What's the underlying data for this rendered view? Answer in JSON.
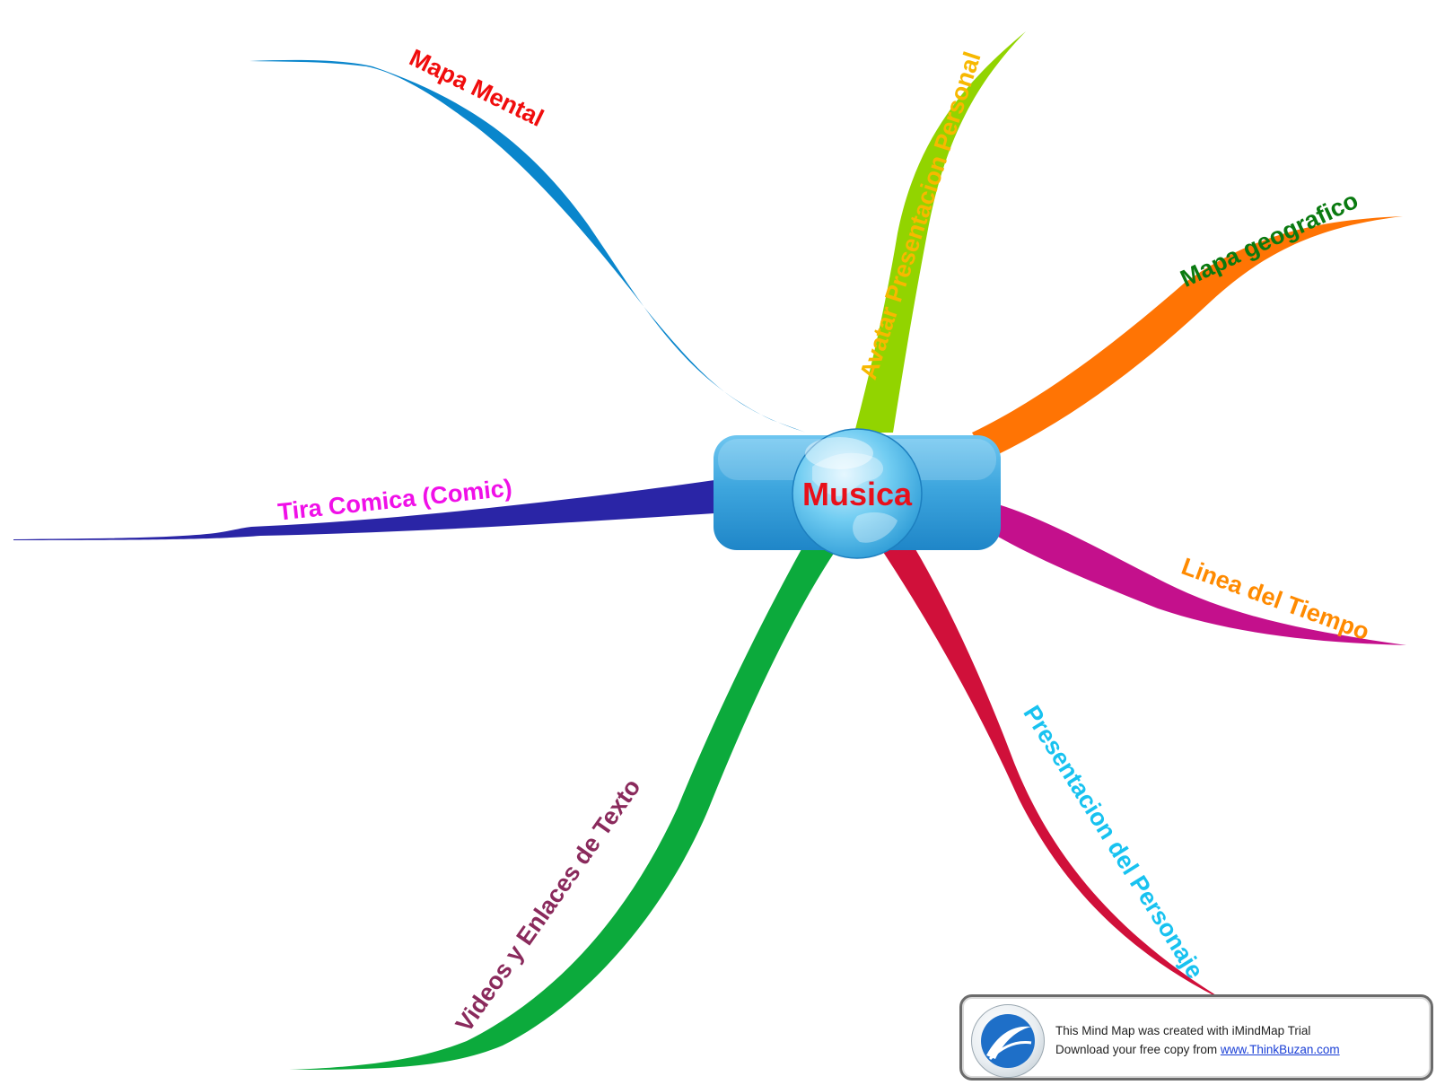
{
  "central_topic": {
    "label": "Musica",
    "text_color": "#e8101a",
    "box_color": "#2f9bd8",
    "globe_color": "#5fc2ea"
  },
  "branches": [
    {
      "id": "mapa-mental",
      "label": "Mapa Mental",
      "branch_color": "#0a86cc",
      "text_color": "#f00d0d"
    },
    {
      "id": "avatar",
      "label": "Avatar Presentacion Personal",
      "branch_color": "#92d400",
      "text_color": "#f7b800"
    },
    {
      "id": "mapa-geografico",
      "label": "Mapa geografico",
      "branch_color": "#ff7404",
      "text_color": "#0a7a10"
    },
    {
      "id": "linea-tiempo",
      "label": "Linea del Tiempo",
      "branch_color": "#c4108c",
      "text_color": "#ff8a00"
    },
    {
      "id": "presentacion-personaje",
      "label": "Presentacion del Personaje",
      "branch_color": "#d0103a",
      "text_color": "#18c2f0"
    },
    {
      "id": "videos",
      "label": "Videos y Enlaces de Texto",
      "branch_color": "#0caa3c",
      "text_color": "#8a2a5c"
    },
    {
      "id": "tira-comica",
      "label": "Tira Comica (Comic)",
      "branch_color": "#2a25a6",
      "text_color": "#f010e8"
    }
  ],
  "banner": {
    "line1": "This Mind Map was created with iMindMap Trial",
    "line2_prefix": "Download your free copy from ",
    "link_text": "www.ThinkBuzan.com"
  }
}
